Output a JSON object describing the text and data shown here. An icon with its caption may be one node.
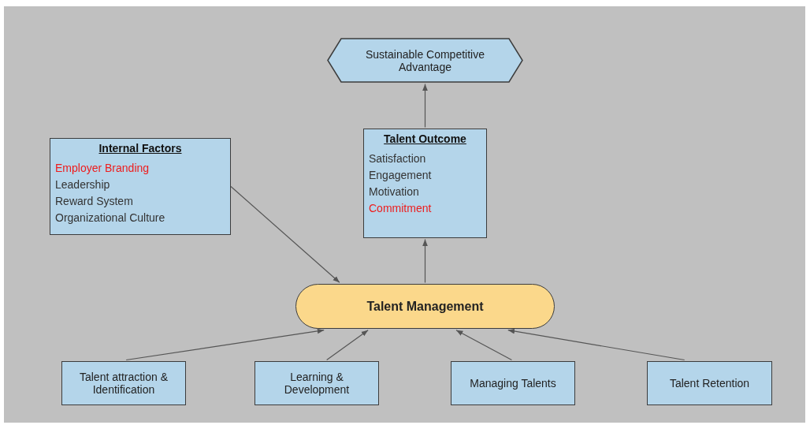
{
  "diagram": {
    "nodes": [
      {
        "text": [
          "Sustainable Competitive Advantage"
        ]
      },
      {
        "text": [
          "Internal Factors",
          "Employer Branding",
          "Leadership",
          "Reward System",
          "Organizational Culture"
        ]
      },
      {
        "text": [
          "Talent Outcome",
          "Satisfaction",
          "Engagement",
          "Motivation",
          "Commitment"
        ]
      },
      {
        "text": [
          "Talent Management"
        ]
      },
      {
        "text": [
          "Talent attraction & Identification"
        ]
      },
      {
        "text": [
          "Learning & Development"
        ]
      },
      {
        "text": [
          "Managing Talents"
        ]
      },
      {
        "text": [
          "Talent Retention"
        ]
      }
    ],
    "edges": [
      {
        "from": 3,
        "to": 2,
        "arrow": "to"
      },
      {
        "from": 2,
        "to": 0,
        "arrow": "to"
      },
      {
        "from": 1,
        "to": 3,
        "arrow": "to"
      },
      {
        "from": 4,
        "to": 3,
        "arrow": "to"
      },
      {
        "from": 5,
        "to": 3,
        "arrow": "to"
      },
      {
        "from": 6,
        "to": 3,
        "arrow": "to"
      },
      {
        "from": 7,
        "to": 3,
        "arrow": "to"
      }
    ]
  }
}
